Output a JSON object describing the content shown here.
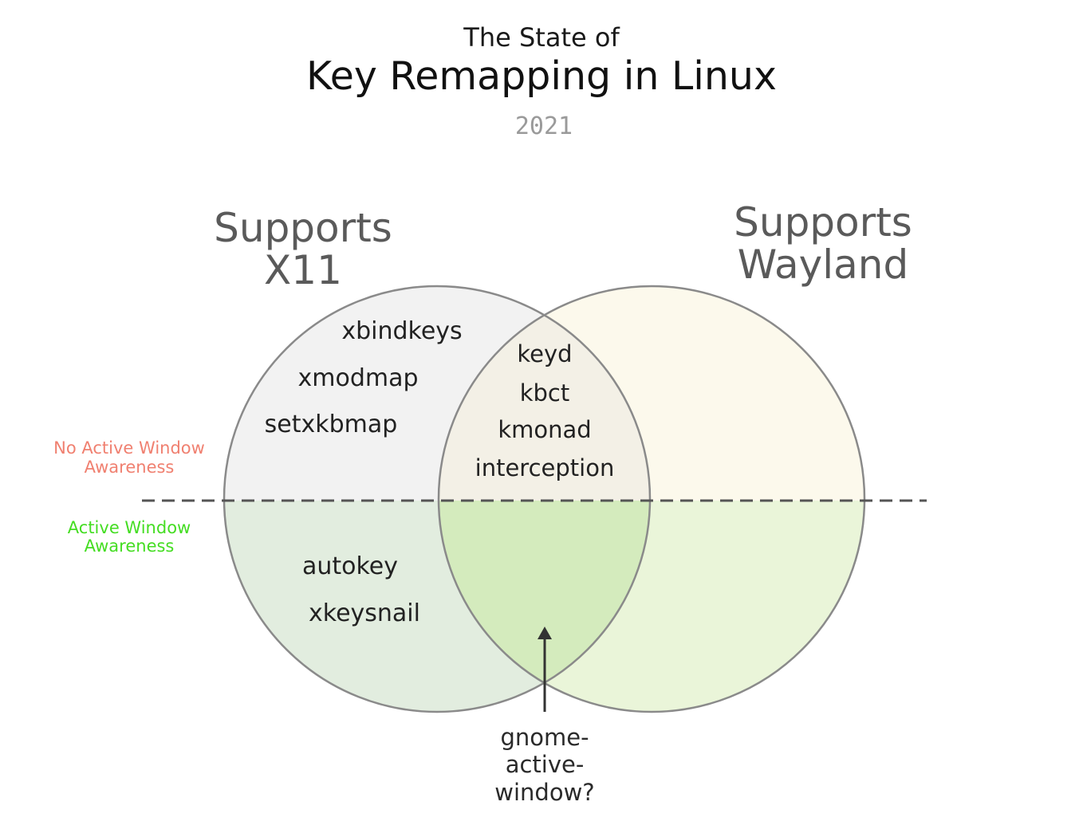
{
  "header": {
    "superscript": "The State of",
    "title": "Key Remapping in Linux",
    "year": "2021"
  },
  "sets": {
    "x11": {
      "label_line1": "Supports",
      "label_line2": "X11"
    },
    "wayland": {
      "label_line1": "Supports",
      "label_line2": "Wayland"
    }
  },
  "rows": {
    "top": {
      "label_line1": "No Active Window",
      "label_line2": "Awareness",
      "color": "#f08070"
    },
    "bottom": {
      "label_line1": "Active Window",
      "label_line2": "Awareness",
      "color": "#44dd22"
    }
  },
  "regions": {
    "x11_only_no_awareness": [
      "xbindkeys",
      "xmodmap",
      "setxkbmap"
    ],
    "both_no_awareness": [
      "keyd",
      "kbct",
      "kmonad",
      "interception"
    ],
    "x11_only_awareness": [
      "autokey",
      "xkeysnail"
    ],
    "both_awareness_callout": [
      "gnome-",
      "active-",
      "window?"
    ]
  },
  "colors": {
    "x11_top_fill": "#f2f2f2",
    "wayland_top_fill": "#fcf9ec",
    "overlap_top_fill": "#f3f0e6",
    "x11_bottom_fill": "#e2eddf",
    "wayland_bottom_fill": "#eaf5d9",
    "overlap_bottom_fill": "#d4ebbd",
    "circle_stroke": "#8a8a8a",
    "divider": "#555555"
  }
}
